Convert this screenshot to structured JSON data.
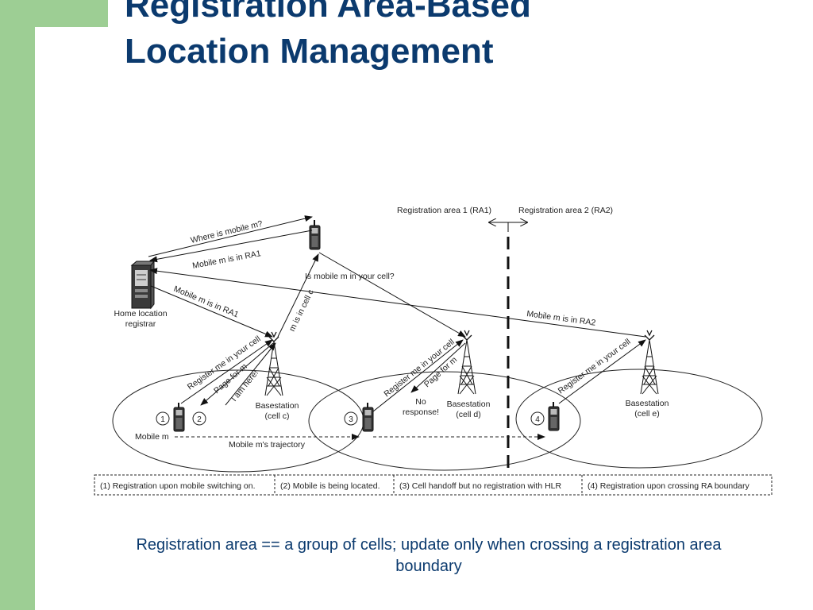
{
  "title_line1": "Registration Area-Based",
  "title_line2": "Location Management",
  "caption": "Registration area == a group of cells; update only when crossing a registration area boundary",
  "diagram": {
    "ra1_label": "Registration area 1 (RA1)",
    "ra2_label": "Registration area 2 (RA2)",
    "hlr_label_line1": "Home location",
    "hlr_label_line2": "registrar",
    "bs_c_line1": "Basestation",
    "bs_c_line2": "(cell c)",
    "bs_d_line1": "Basestation",
    "bs_d_line2": "(cell d)",
    "bs_e_line1": "Basestation",
    "bs_e_line2": "(cell e)",
    "mobile_m": "Mobile m",
    "trajectory": "Mobile m's trajectory",
    "no_response_line1": "No",
    "no_response_line2": "response!",
    "steps": [
      "1",
      "2",
      "3",
      "4"
    ],
    "messages": {
      "where_is_mobile": "Where is mobile m?",
      "mobile_in_ra1_top": "Mobile m is in RA1",
      "mobile_in_ra1_left": "Mobile m is in RA1",
      "mobile_in_ra2": "Mobile m is in RA2",
      "is_mobile_in_cell": "Is mobile m in your cell?",
      "m_in_cell_c": "m is in cell c",
      "register_c": "Register me in your cell",
      "page_for_m_c": "Page for m",
      "i_am_here": "I am here!",
      "register_d": "Register me in your cell",
      "page_for_m_d": "Page for m",
      "register_e": "Register me in your cell"
    },
    "legend": [
      "(1) Registration upon mobile switching on.",
      "(2) Mobile is being located.",
      "(3) Cell handoff but no registration with HLR",
      "(4) Registration upon crossing RA boundary"
    ]
  }
}
